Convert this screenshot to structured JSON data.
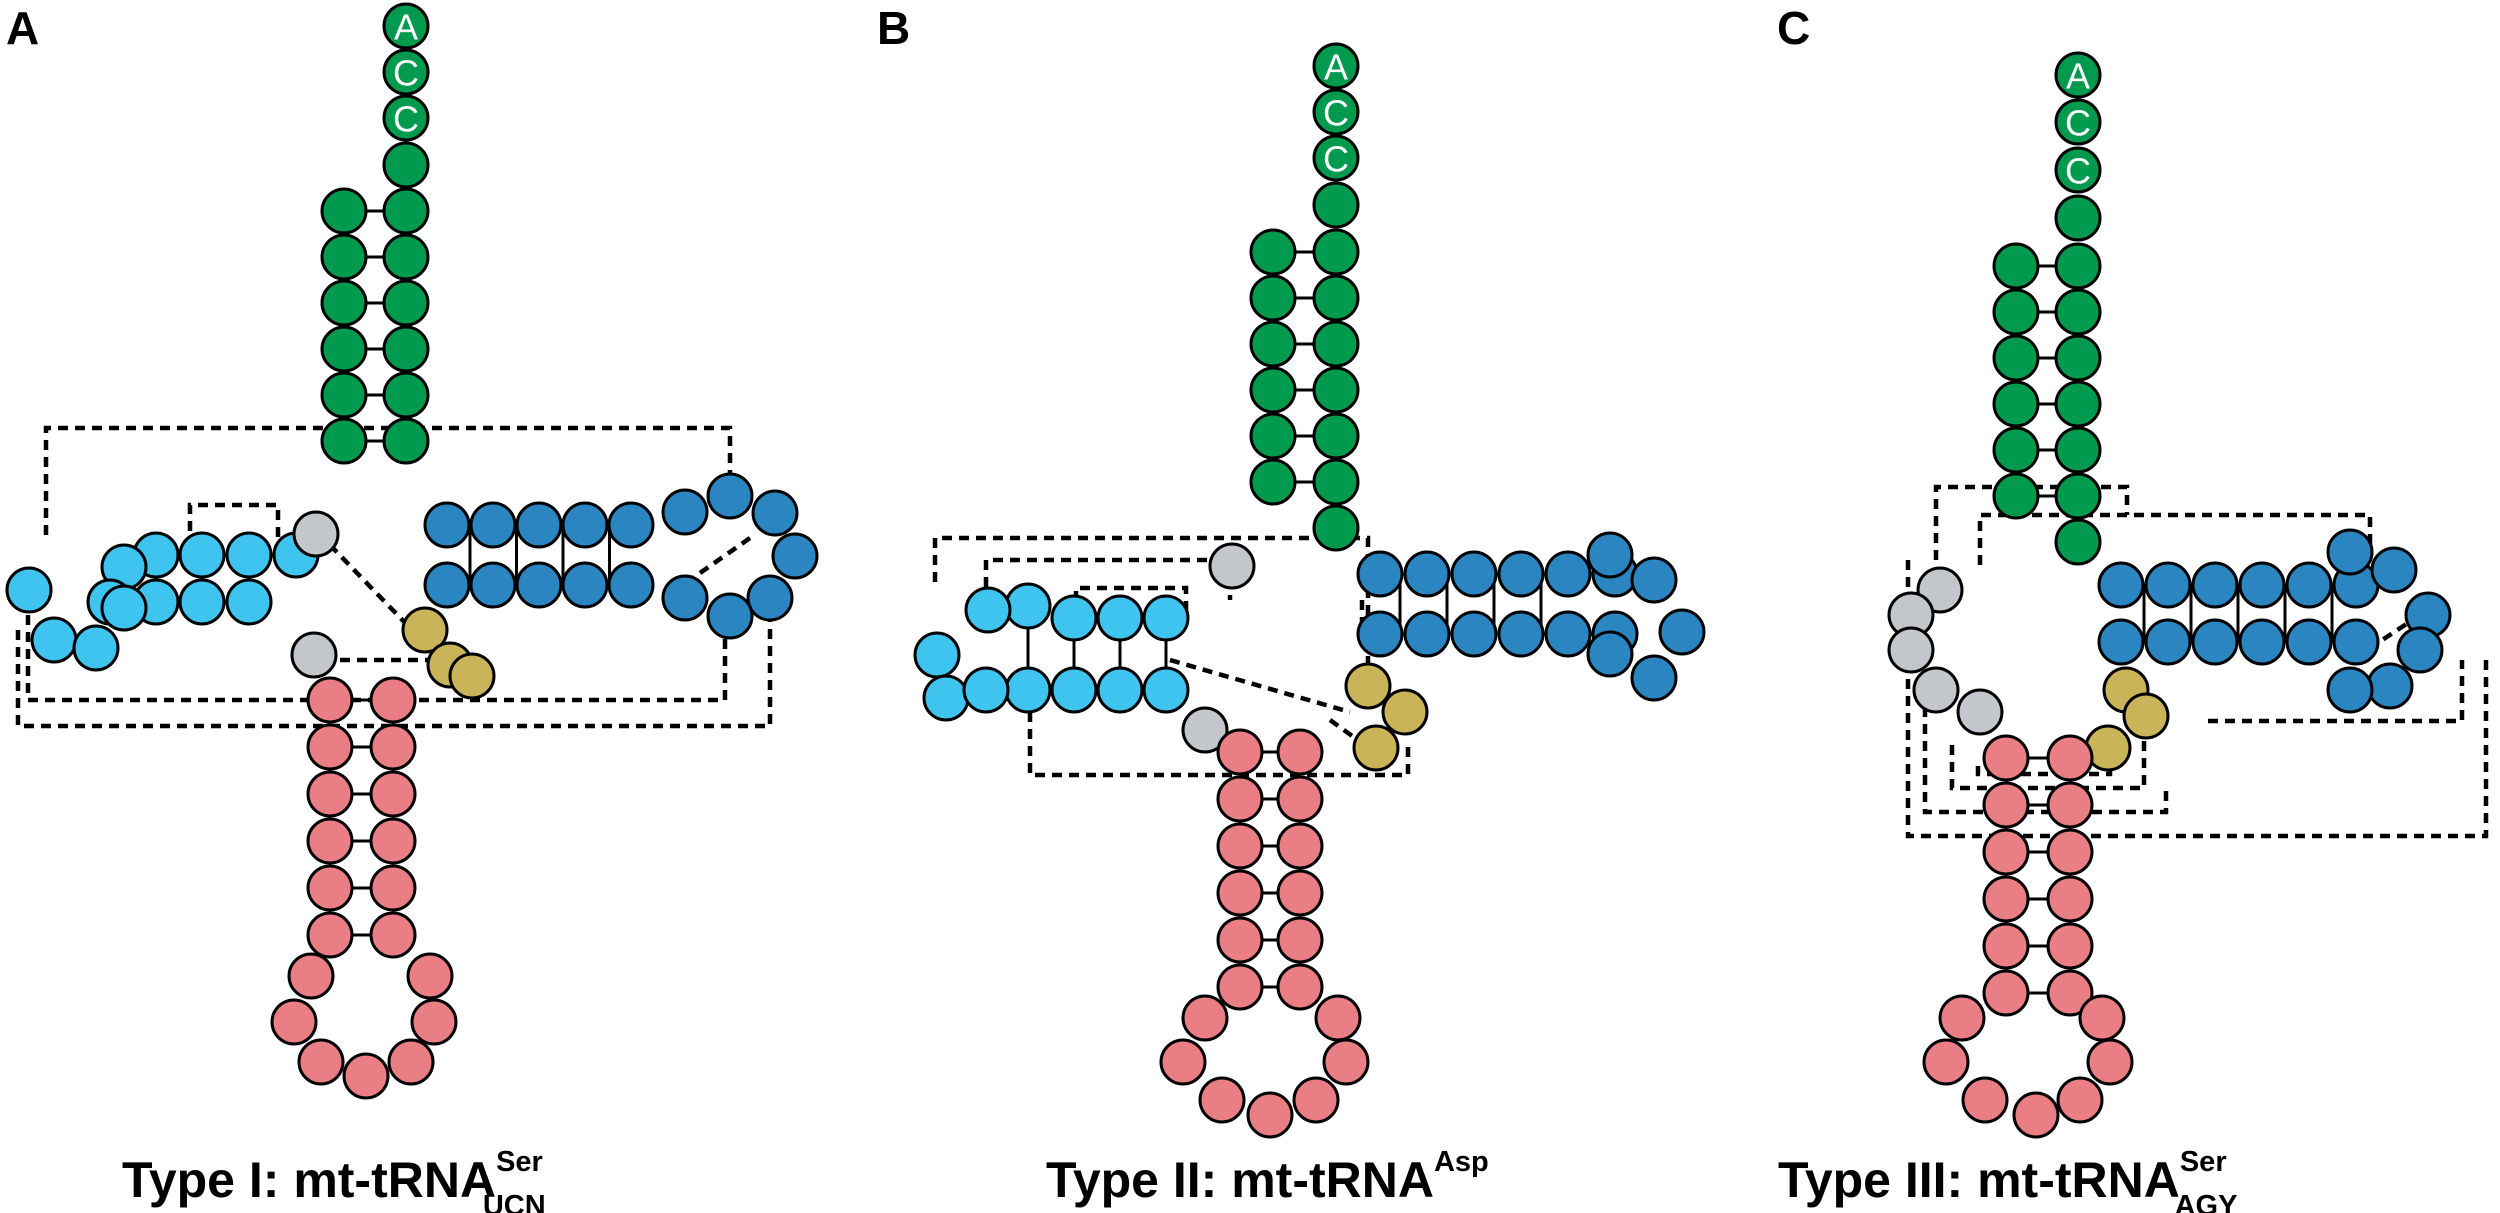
{
  "panels": [
    {
      "id": "A",
      "letter": "A",
      "caption": {
        "main": "Type I: mt-tRNA",
        "sup": "Ser",
        "sub": "UCN"
      },
      "cca": [
        "A",
        "C",
        "C"
      ]
    },
    {
      "id": "B",
      "letter": "B",
      "caption": {
        "main": "Type II: mt-tRNA",
        "sup": "Asp",
        "sub": ""
      },
      "cca": [
        "A",
        "C",
        "C"
      ]
    },
    {
      "id": "C",
      "letter": "C",
      "caption": {
        "main": "Type III: mt-tRNA",
        "sup": "Ser",
        "sub": "AGY"
      },
      "cca": [
        "A",
        "C",
        "C"
      ]
    }
  ],
  "colors": {
    "acceptor": "#009a4e",
    "d_arm": "#3fc3ef",
    "t_arm": "#2a85c1",
    "anticodon": "#e97e85",
    "variable": "#c9b459",
    "linker": "#c3c6cb",
    "outline": "#000000"
  }
}
